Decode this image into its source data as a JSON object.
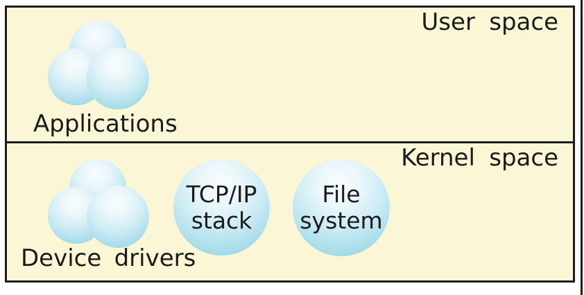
{
  "colors": {
    "page_bg": "#ffffff",
    "panel_bg": "#fbf7d6",
    "border": "#1c1c1c",
    "text": "#1b1b1b",
    "sphere_rim": "#8bcddf",
    "sphere_highlight": "#f8fcfe"
  },
  "user_space": {
    "label": "User space",
    "cluster_label": "Applications"
  },
  "kernel_space": {
    "label": "Kernel space",
    "cluster_label": "Device drivers",
    "bubbles": [
      {
        "line1": "TCP/IP",
        "line2": "stack"
      },
      {
        "line1": "File",
        "line2": "system"
      }
    ]
  }
}
